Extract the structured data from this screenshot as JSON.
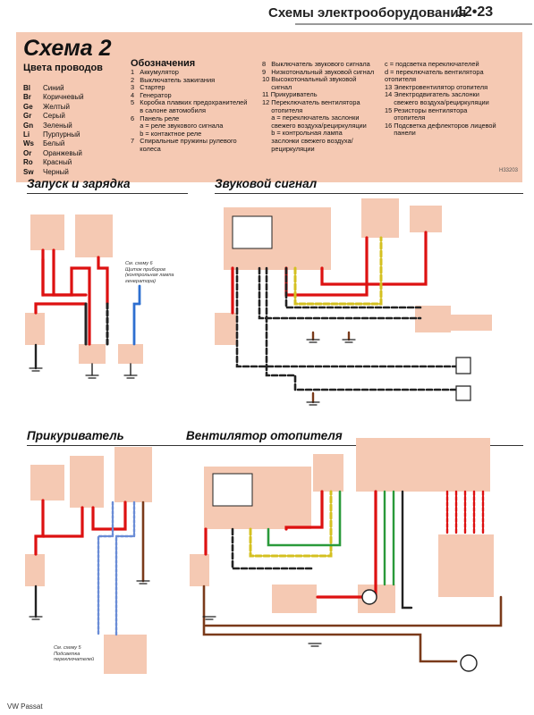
{
  "header": {
    "title": "Схемы электрооборудования",
    "page": "12•23"
  },
  "scheme": {
    "title": "Схема 2",
    "wire_colors_heading": "Цвета проводов",
    "wire_colors": [
      {
        "code": "Bl",
        "name": "Синий"
      },
      {
        "code": "Br",
        "name": "Коричневый"
      },
      {
        "code": "Ge",
        "name": "Желтый"
      },
      {
        "code": "Gr",
        "name": "Серый"
      },
      {
        "code": "Gn",
        "name": "Зеленый"
      },
      {
        "code": "Li",
        "name": "Пурпурный"
      },
      {
        "code": "Ws",
        "name": "Белый"
      },
      {
        "code": "Or",
        "name": "Оранжевый"
      },
      {
        "code": "Ro",
        "name": "Красный"
      },
      {
        "code": "Sw",
        "name": "Черный"
      }
    ],
    "legend_heading": "Обозначения",
    "legend_col1": "1   Аккумулятор\n2   Выключатель зажигания\n3   Стартер\n4   Генератор\n5   Коробка плавких предохранителей\n     в салоне автомобиля\n6   Панель реле\n     а = реле звукового сигнала\n     b = контактное реле\n7   Спиральные пружины рулевого\n     колеса",
    "legend_col2": "8   Выключатель звукового сигнала\n9   Низкотональный звуковой сигнал\n10 Высокотональный звуковой\n     сигнал\n11 Прикуриватель\n12 Переключатель вентилятора\n     отопителя\n     а = переключатель заслонки\n     свежего воздуха/рециркуляции\n     b = контрольная лампа\n     заслонки свежего воздуха/\n     рециркуляции",
    "legend_col3": "c = подсветка переключателей\nd = переключатель вентилятора\nотопителя\n13 Электровентилятор отопителя\n14 Электродвигатель заслонки\n     свежего воздуха/рециркуляции\n15 Резисторы вентилятора\n     отопителя\n16 Подсветка дефлекторов лицевой\n     панели",
    "code": "H33203"
  },
  "sections": {
    "start": "Запуск и зарядка",
    "horn": "Звуковой сигнал",
    "lighter": "Прикуриватель",
    "fan": "Вентилятор отопителя"
  },
  "notes": {
    "start": "См. схему 6\nЩиток приборов\n(контрольная лампа\nгенератора)",
    "lighter": "См. схему 5\nПодсветка\nпереключателей"
  },
  "footer": "VW Passat"
}
